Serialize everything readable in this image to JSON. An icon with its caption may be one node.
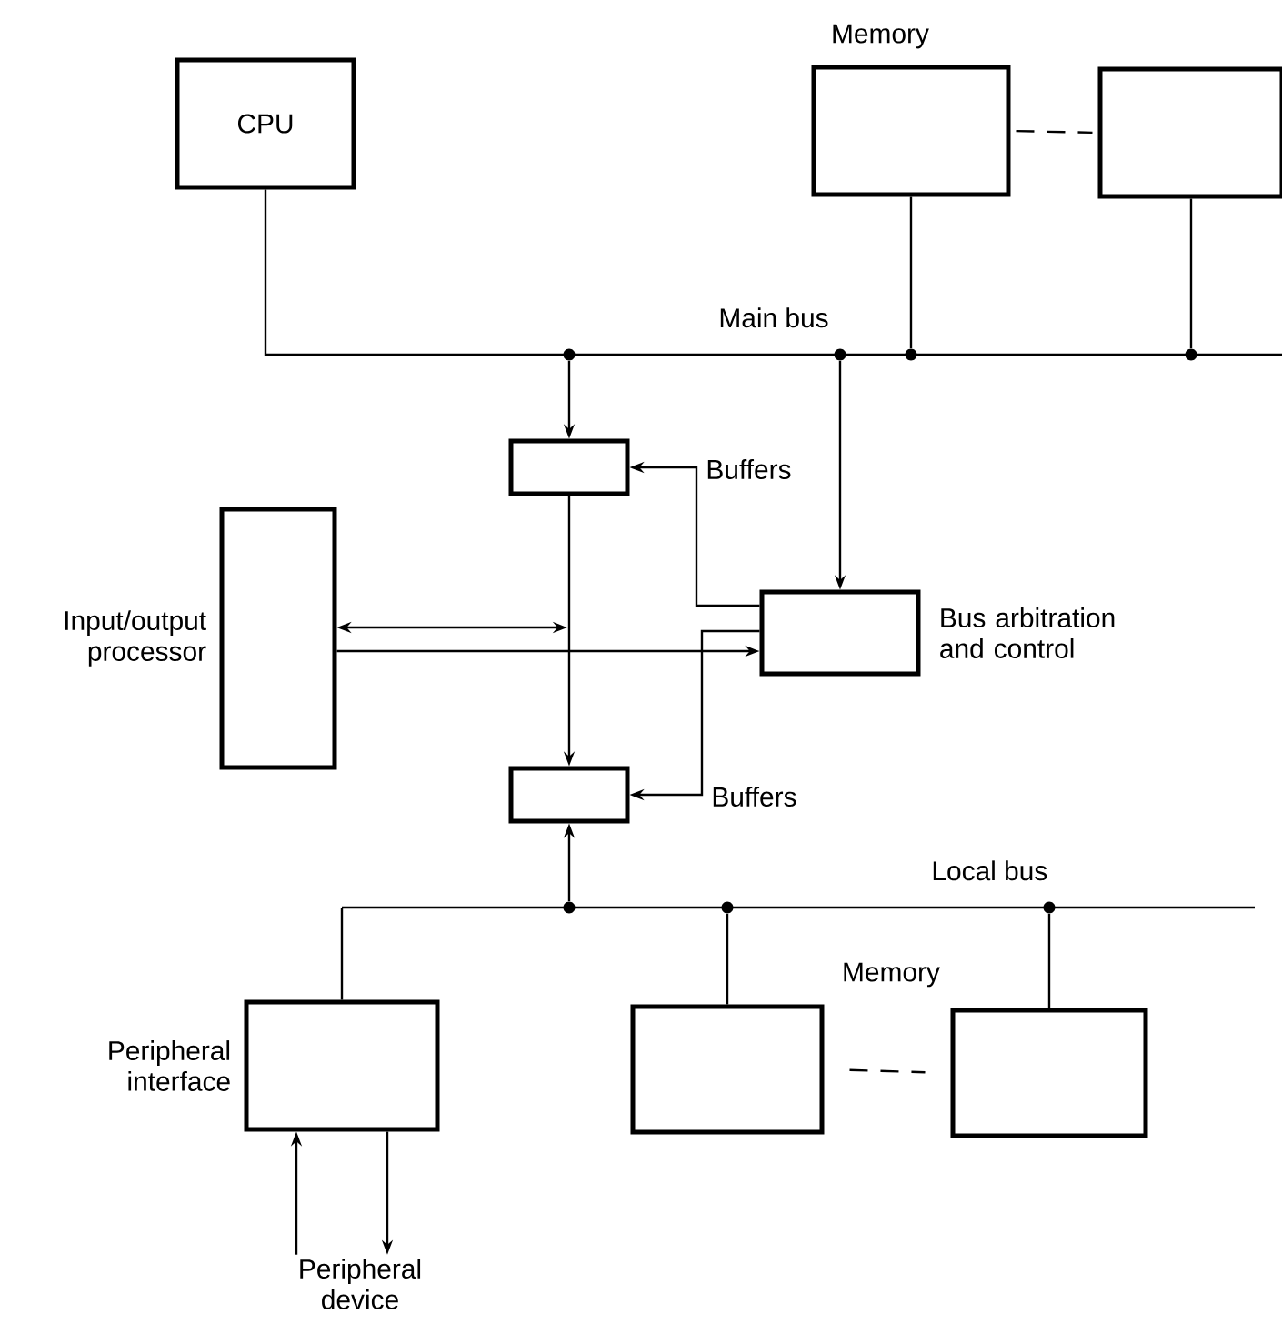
{
  "diagram": {
    "nodes": [
      {
        "text": [
          "CPU"
        ]
      },
      {
        "text": [],
        "shape": "box"
      },
      {
        "text": [],
        "shape": "box"
      },
      {
        "text": [
          "Main bus"
        ]
      },
      {
        "text": [],
        "shape": "box",
        "beside": [
          "Buffers"
        ]
      },
      {
        "text": [
          "Input/output processor"
        ]
      },
      {
        "text": [
          "Bus arbitration and control"
        ]
      },
      {
        "text": [],
        "shape": "box",
        "beside": [
          "Buffers"
        ]
      },
      {
        "text": [
          "Local bus"
        ]
      },
      {
        "text": [
          "Peripheral interface"
        ]
      },
      {
        "text": [],
        "shape": "box"
      },
      {
        "text": [],
        "shape": "box"
      },
      {
        "text": [
          "Peripheral device"
        ]
      },
      {
        "text": [],
        "shape": "circle"
      },
      {
        "text": [],
        "shape": "circle"
      },
      {
        "text": [],
        "shape": "circle"
      },
      {
        "text": [],
        "shape": "circle"
      },
      {
        "text": [],
        "shape": "circle"
      },
      {
        "text": [],
        "shape": "circle"
      },
      {
        "text": [],
        "shape": "circle"
      }
    ],
    "edges": [
      {
        "from": 0,
        "to": 3,
        "arrow": "none"
      },
      {
        "from": 1,
        "to": 15,
        "arrow": "none"
      },
      {
        "from": 2,
        "to": 16,
        "arrow": "none"
      },
      {
        "from": 13,
        "to": 4,
        "arrow": "to"
      },
      {
        "from": 14,
        "to": 6,
        "arrow": "to"
      },
      {
        "from": 6,
        "to": 4,
        "arrow": "to"
      },
      {
        "from": 4,
        "to": 7,
        "arrow": "to"
      },
      {
        "from": 5,
        "to": null,
        "arrow": "both"
      },
      {
        "from": 5,
        "to": 6,
        "arrow": "to"
      },
      {
        "from": 6,
        "to": 7,
        "arrow": "to"
      },
      {
        "from": 17,
        "to": 7,
        "arrow": "to"
      },
      {
        "from": 9,
        "to": 8,
        "arrow": "none"
      },
      {
        "from": 10,
        "to": 18,
        "arrow": "none"
      },
      {
        "from": 11,
        "to": 19,
        "arrow": "none"
      },
      {
        "from": 12,
        "to": 9,
        "arrow": "to"
      },
      {
        "from": 9,
        "to": 12,
        "arrow": "to"
      },
      {
        "from": 1,
        "to": 2,
        "arrow": "none",
        "style": "dashed"
      },
      {
        "from": 10,
        "to": 11,
        "arrow": "none",
        "style": "dashed"
      }
    ],
    "labels": [
      "Memory",
      "Memory"
    ]
  }
}
